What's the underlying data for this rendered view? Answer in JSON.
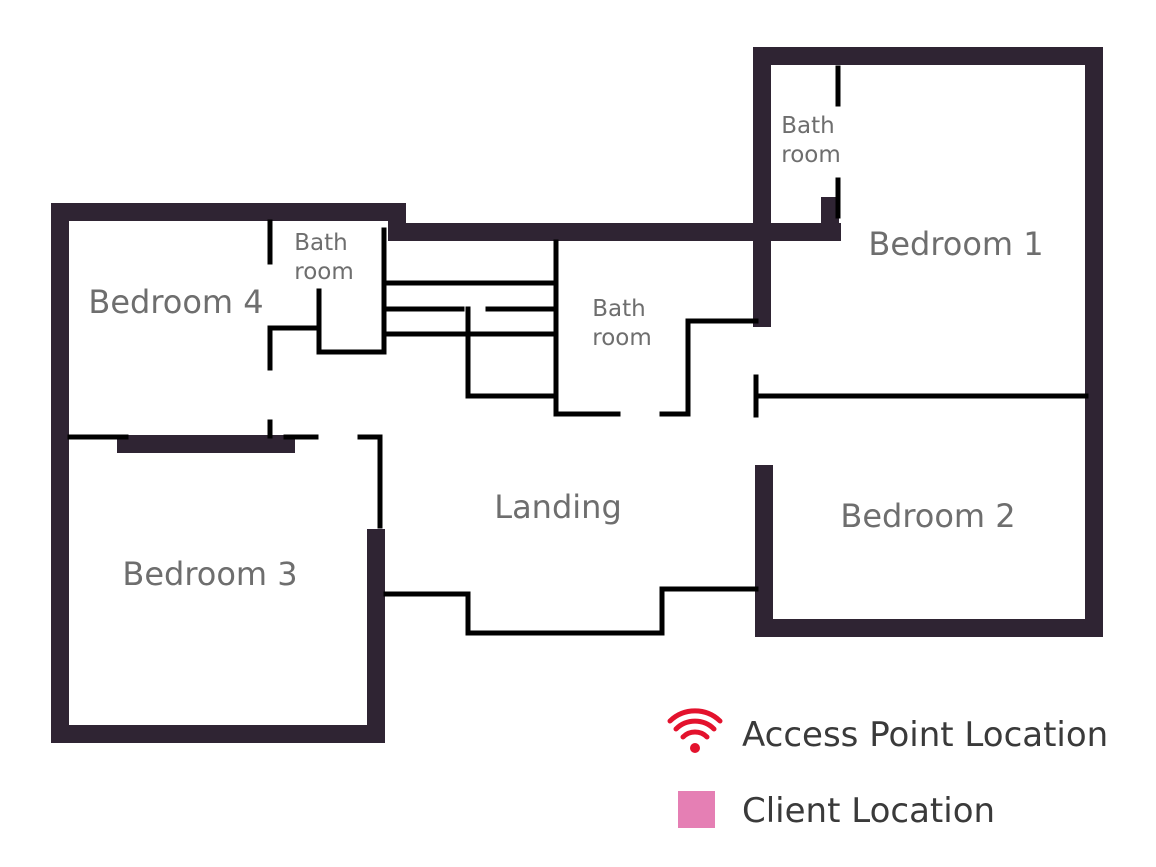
{
  "rooms": {
    "bedroom1": "Bedroom 1",
    "bedroom2": "Bedroom 2",
    "bedroom3": "Bedroom 3",
    "bedroom4": "Bedroom 4",
    "landing": "Landing",
    "bathroom_a_line1": "Bath",
    "bathroom_a_line2": "room",
    "bathroom_b_line1": "Bath",
    "bathroom_b_line2": "room",
    "bathroom_c_line1": "Bath",
    "bathroom_c_line2": "room"
  },
  "legend": {
    "access_point": {
      "label": "Access Point Location",
      "icon": "wifi-icon",
      "color": "#e3122d"
    },
    "client": {
      "label": "Client Location",
      "icon": "square-icon",
      "color": "#e57fb4"
    }
  },
  "colors": {
    "outer_wall": "#2f2433",
    "inner_wall": "#000000",
    "label_text": "#6e6e6e"
  }
}
